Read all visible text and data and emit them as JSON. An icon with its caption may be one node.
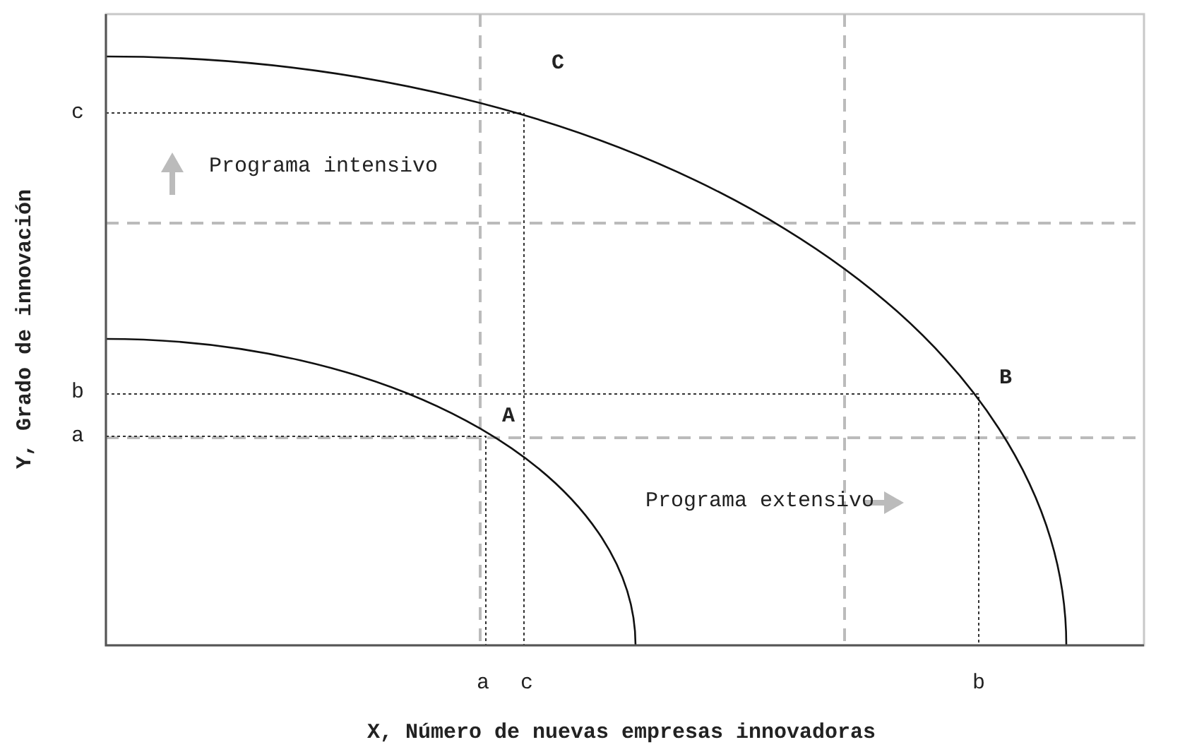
{
  "diagram": {
    "labels": [
      "C",
      "c",
      "Programa intensivo",
      "b",
      "B",
      "a",
      "A",
      "Programa extensivo",
      "a",
      "c",
      "b",
      "Y, Grado de innovación",
      "X, Número de nuevas empresas innovadoras"
    ]
  }
}
